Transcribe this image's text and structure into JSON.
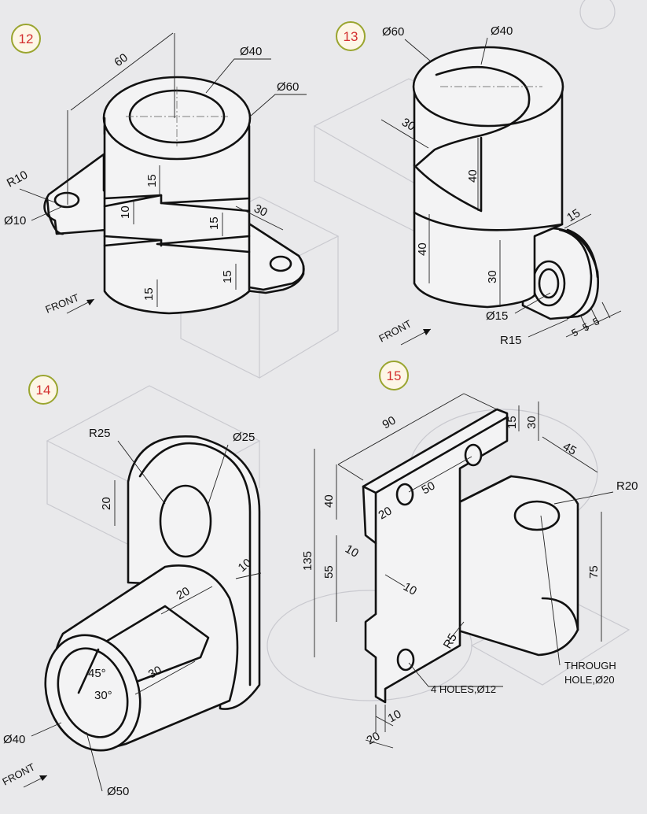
{
  "colors": {
    "paper": "#e9e9eb",
    "ink": "#111111",
    "badge_ring": "#9aa52f",
    "badge_number": "#d33030"
  },
  "figures": [
    {
      "number": "12",
      "dimensions": [
        "60",
        "Ø40",
        "Ø60",
        "R10",
        "Ø10",
        "15",
        "10",
        "15",
        "30",
        "15",
        "15"
      ],
      "direction_label": "FRONT"
    },
    {
      "number": "13",
      "dimensions": [
        "Ø60",
        "Ø40",
        "30",
        "40",
        "40",
        "15",
        "30",
        "Ø15",
        "R15",
        "5",
        "5",
        "5"
      ],
      "direction_label": "FRONT"
    },
    {
      "number": "14",
      "dimensions": [
        "R25",
        "Ø25",
        "20",
        "20",
        "10",
        "45°",
        "30°",
        "30",
        "Ø40",
        "Ø50"
      ],
      "direction_label": "FRONT"
    },
    {
      "number": "15",
      "dimensions": [
        "90",
        "15",
        "30",
        "45",
        "40",
        "50",
        "20",
        "R20",
        "135",
        "10",
        "55",
        "10",
        "75",
        "R5",
        "10",
        "20"
      ],
      "notes": [
        "4 HOLES,Ø12",
        "THROUGH",
        "HOLE,Ø20"
      ]
    }
  ]
}
